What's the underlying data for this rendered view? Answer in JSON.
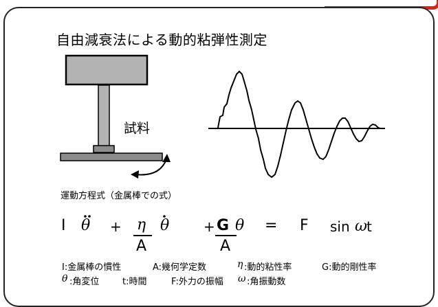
{
  "title": "自由減衰法による動的粘弾性測定",
  "specimen_label": "試料",
  "equation_caption": "運動方程式（金属棒での式）",
  "equation": {
    "term1_I": "I",
    "term1_theta": "θ",
    "plus1": "+",
    "term2_eta": "η",
    "term2_A": "A",
    "term2_theta": "θ",
    "plus2": "+",
    "term3_G": "G",
    "term3_theta": "θ",
    "term3_A": "A",
    "equals": "=",
    "rhs_F": "F",
    "rhs_sin": "sin",
    "rhs_omega": "ω",
    "rhs_t": "t"
  },
  "legend": {
    "line1": {
      "I_desc": "I:金属棒の慣性",
      "A_desc": "A:幾何学定数",
      "eta_symbol": "η",
      "eta_desc": ":動的粘性率",
      "G_desc": "G:動的剛性率"
    },
    "line2": {
      "theta_symbol": "θ",
      "theta_desc": ":角変位",
      "t_desc": "t:時間",
      "F_desc": "F:外力の振幅",
      "omega_symbol": "ω",
      "omega_desc": ":角振動数"
    }
  },
  "colors": {
    "accent": "#d9261c",
    "block_fill": "#b3b3b3",
    "frame": "#222222"
  }
}
